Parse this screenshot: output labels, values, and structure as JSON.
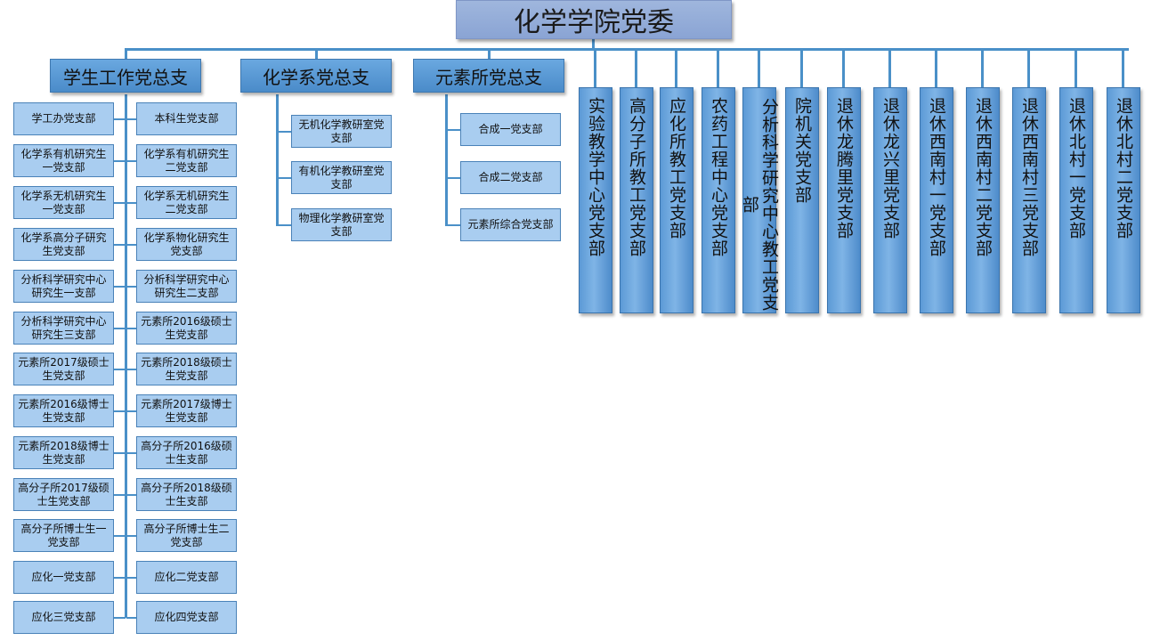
{
  "root": "化学学院党委",
  "sections": {
    "student": "学生工作党总支",
    "chem": "化学系党总支",
    "element": "元素所党总支"
  },
  "student_left": [
    "学工办党支部",
    "化学系有机研究生一党支部",
    "化学系无机研究生一党支部",
    "化学系高分子研究生党支部",
    "分析科学研究中心研究生一支部",
    "分析科学研究中心研究生三支部",
    "元素所2017级硕士生党支部",
    "元素所2016级博士生党支部",
    "元素所2018级博士生党支部",
    "高分子所2017级硕士生党支部",
    "高分子所博士生一党支部",
    "应化一党支部",
    "应化三党支部"
  ],
  "student_right": [
    "本科生党支部",
    "化学系有机研究生二党支部",
    "化学系无机研究生二党支部",
    "化学系物化研究生党支部",
    "分析科学研究中心研究生二支部",
    "元素所2016级硕士生党支部",
    "元素所2018级硕士生党支部",
    "元素所2017级博士生党支部",
    "高分子所2016级硕士生支部",
    "高分子所2018级硕士生支部",
    "高分子所博士生二党支部",
    "应化二党支部",
    "应化四党支部"
  ],
  "chem_children": [
    "无机化学教研室党支部",
    "有机化学教研室党支部",
    "物理化学教研室党支部"
  ],
  "element_children": [
    "合成一党支部",
    "合成二党支部",
    "元素所综合党支部"
  ],
  "vertical": [
    "实验教学中心党支部",
    "高分子所教工党支部",
    "应化所教工党支部",
    "农药工程中心党支部",
    "分析科学研究中心教工党支部",
    "院机关党支部",
    "退休龙腾里党支部",
    "退休龙兴里党支部",
    "退休西南村一党支部",
    "退休西南村二党支部",
    "退休西南村三党支部",
    "退休北村一党支部",
    "退休北村二党支部"
  ]
}
